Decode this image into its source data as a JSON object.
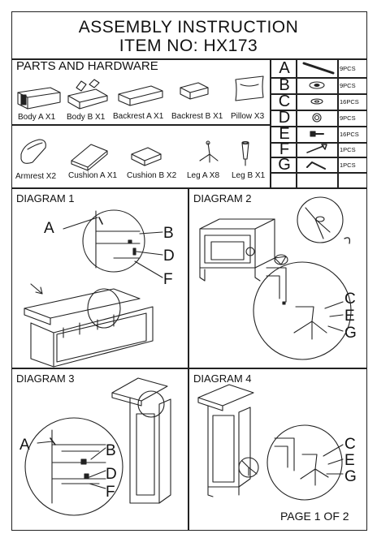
{
  "header": {
    "title": "ASSEMBLY INSTRUCTION",
    "item_no": "ITEM NO: HX173"
  },
  "parts": {
    "section_title": "PARTS AND HARDWARE",
    "row1": [
      {
        "icon": "body-a",
        "label": "Body A  X1"
      },
      {
        "icon": "body-b",
        "label": "Body B  X1"
      },
      {
        "icon": "backrest-a",
        "label": "Backrest A  X1"
      },
      {
        "icon": "backrest-b",
        "label": "Backrest B  X1"
      },
      {
        "icon": "pillow",
        "label": "Pillow  X3"
      }
    ],
    "row2": [
      {
        "icon": "armrest",
        "label": "Armrest  X2"
      },
      {
        "icon": "cushion-a",
        "label": "Cushion A X1"
      },
      {
        "icon": "cushion-b",
        "label": "Cushion B X2"
      },
      {
        "icon": "leg-a",
        "label": "Leg A  X8"
      },
      {
        "icon": "leg-b",
        "label": "Leg B  X1"
      }
    ]
  },
  "hardware": [
    {
      "letter": "A",
      "icon": "long-bolt",
      "qty": "9PCS"
    },
    {
      "letter": "B",
      "icon": "washer",
      "qty": "9PCS"
    },
    {
      "letter": "C",
      "icon": "small-washer",
      "qty": "16PCS"
    },
    {
      "letter": "D",
      "icon": "spring-washer",
      "qty": "9PCS"
    },
    {
      "letter": "E",
      "icon": "short-bolt",
      "qty": "16PCS"
    },
    {
      "letter": "F",
      "icon": "wrench",
      "qty": "1PCS"
    },
    {
      "letter": "G",
      "icon": "allen-key",
      "qty": "1PCS"
    }
  ],
  "diagrams": [
    {
      "title": "DIAGRAM 1",
      "callouts": [
        "A",
        "B",
        "D",
        "F"
      ]
    },
    {
      "title": "DIAGRAM 2",
      "callouts": [
        "C",
        "E",
        "G"
      ]
    },
    {
      "title": "DIAGRAM 3",
      "callouts": [
        "A",
        "B",
        "D",
        "F"
      ]
    },
    {
      "title": "DIAGRAM 4",
      "callouts": [
        "C",
        "E",
        "G"
      ]
    }
  ],
  "footer": {
    "page": "PAGE 1 OF 2"
  }
}
